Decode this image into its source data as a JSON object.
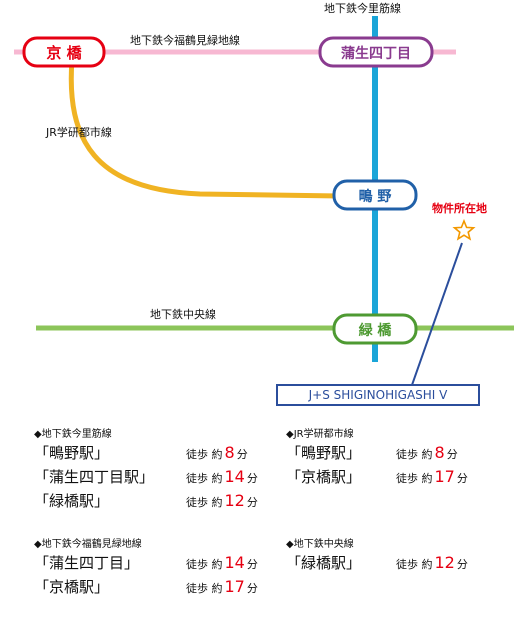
{
  "lines": {
    "imazatosuji": "地下鉄今里筋線",
    "nagahori": "地下鉄今福鶴見緑地線",
    "gakkentoshi": "JR学研都市線",
    "chuo": "地下鉄中央線"
  },
  "stations": {
    "kyobashi": "京 橋",
    "gamo": "蒲生四丁目",
    "shigino": "鴫 野",
    "midoribashi": "緑 橋"
  },
  "property": {
    "label": "物件所在地",
    "building": "J+S SHIGINOHIGASHI Ⅴ"
  },
  "colors": {
    "imazatosuji": "#1aa5d8",
    "nagahori": "#f7b8d2",
    "gakkentoshi": "#f0b323",
    "chuo": "#8cc55a",
    "kyobashi_border": "#e60012",
    "gamo_border": "#8a3b8f",
    "shigino_border": "#2060a8",
    "midoribashi_border": "#4e9a32",
    "pointer": "#2b4e9c",
    "accent": "#e60012"
  },
  "access": [
    {
      "line": "◆地下鉄今里筋線",
      "rows": [
        {
          "station": "「鴫野駅」",
          "walk": "徒歩 約",
          "minutes": "8",
          "unit": "分"
        },
        {
          "station": "「蒲生四丁目駅」",
          "walk": "徒歩 約",
          "minutes": "14",
          "unit": "分"
        },
        {
          "station": "「緑橋駅」",
          "walk": "徒歩 約",
          "minutes": "12",
          "unit": "分"
        }
      ]
    },
    {
      "line": "◆JR学研都市線",
      "rows": [
        {
          "station": "「鴫野駅」",
          "walk": "徒歩 約",
          "minutes": "8",
          "unit": "分"
        },
        {
          "station": "「京橋駅」",
          "walk": "徒歩 約",
          "minutes": "17",
          "unit": "分"
        }
      ]
    },
    {
      "line": "◆地下鉄今福鶴見緑地線",
      "rows": [
        {
          "station": "「蒲生四丁目」",
          "walk": "徒歩 約",
          "minutes": "14",
          "unit": "分"
        },
        {
          "station": "「京橋駅」",
          "walk": "徒歩 約",
          "minutes": "17",
          "unit": "分"
        }
      ]
    },
    {
      "line": "◆地下鉄中央線",
      "rows": [
        {
          "station": "「緑橋駅」",
          "walk": "徒歩 約",
          "minutes": "12",
          "unit": "分"
        }
      ]
    }
  ]
}
